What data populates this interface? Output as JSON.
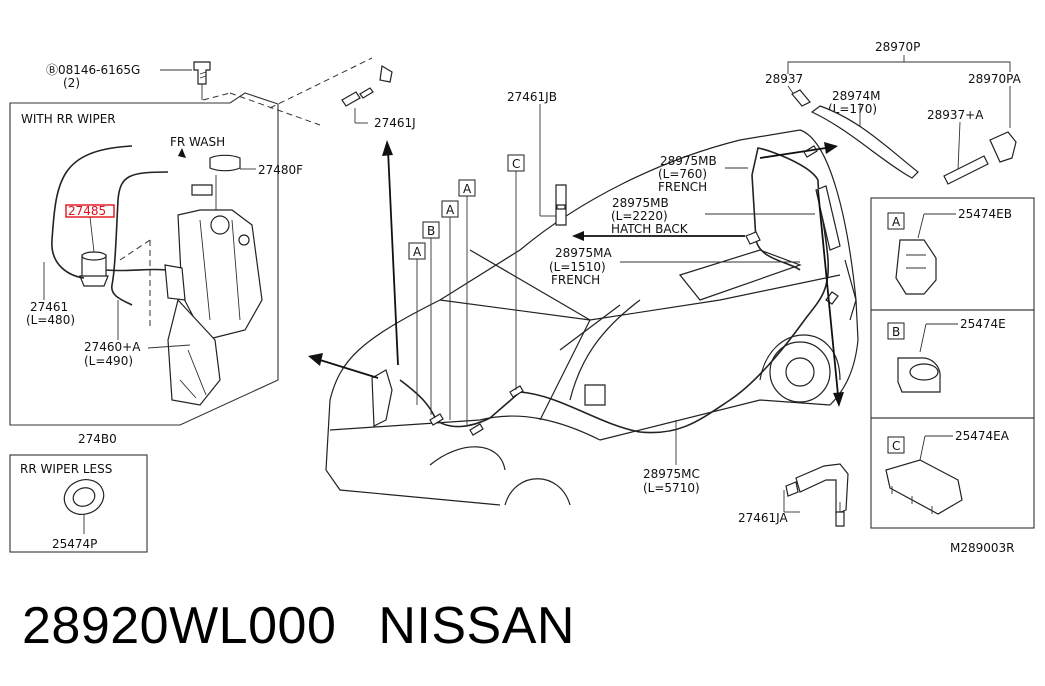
{
  "labels": {
    "bolt": "Ⓑ08146-6165G",
    "bolt_qty": "(2)",
    "p27461J": "27461J",
    "p27461JB": "27461JB",
    "p28970P": "28970P",
    "p28937": "28937",
    "p28974M": "28974M",
    "p28974M_len": "(L=170)",
    "p28970PA": "28970PA",
    "p28937A": "28937+A",
    "with_rr_wiper": "WITH RR WIPER",
    "fr_wash": "FR WASH",
    "p27480F": "27480F",
    "p27485": "27485",
    "p27461": "27461",
    "p27461_len": "(L=480)",
    "p27460A": "27460+A",
    "p27460A_len": "(L=490)",
    "p27480": "274B0",
    "rr_wiper_less": "RR WIPER LESS",
    "p25474P": "25474P",
    "p28975MB_760": "28975MB",
    "len_760": "(L=760)",
    "french1": "FRENCH",
    "p28975MB_2220": "28975MB",
    "len_2220": "(L=2220)",
    "hatch_back": "HATCH BACK",
    "p28975MA": "28975MA",
    "len_1510": "(L=1510)",
    "french2": "FRENCH",
    "p28975MC": "28975MC",
    "len_5710": "(L=5710)",
    "p27461JA": "27461JA",
    "p25474EB": "25474EB",
    "p25474E": "25474E",
    "p25474EA": "25474EA",
    "diagram_code": "M289003R",
    "ref_A": "A",
    "ref_B": "B",
    "ref_C": "C"
  },
  "highlight_color": "#e0101a",
  "footer": {
    "part_number": "28920WL000",
    "brand": "NISSAN"
  }
}
